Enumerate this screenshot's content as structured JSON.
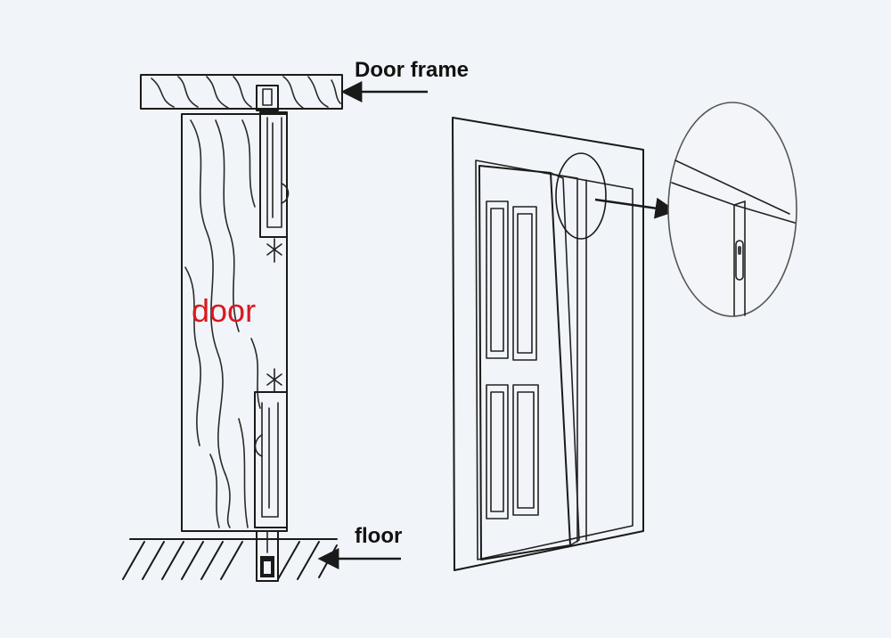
{
  "labels": {
    "door_frame": "Door frame",
    "door": "door",
    "floor": "floor"
  },
  "colors": {
    "background": "#f1f4f8",
    "line": "#1a1a1a",
    "door_label": "#d8191f"
  },
  "icons": {
    "frame_pointer": "arrow-left",
    "floor_pointer": "arrow-left",
    "detail_pointer": "arrow-right"
  }
}
